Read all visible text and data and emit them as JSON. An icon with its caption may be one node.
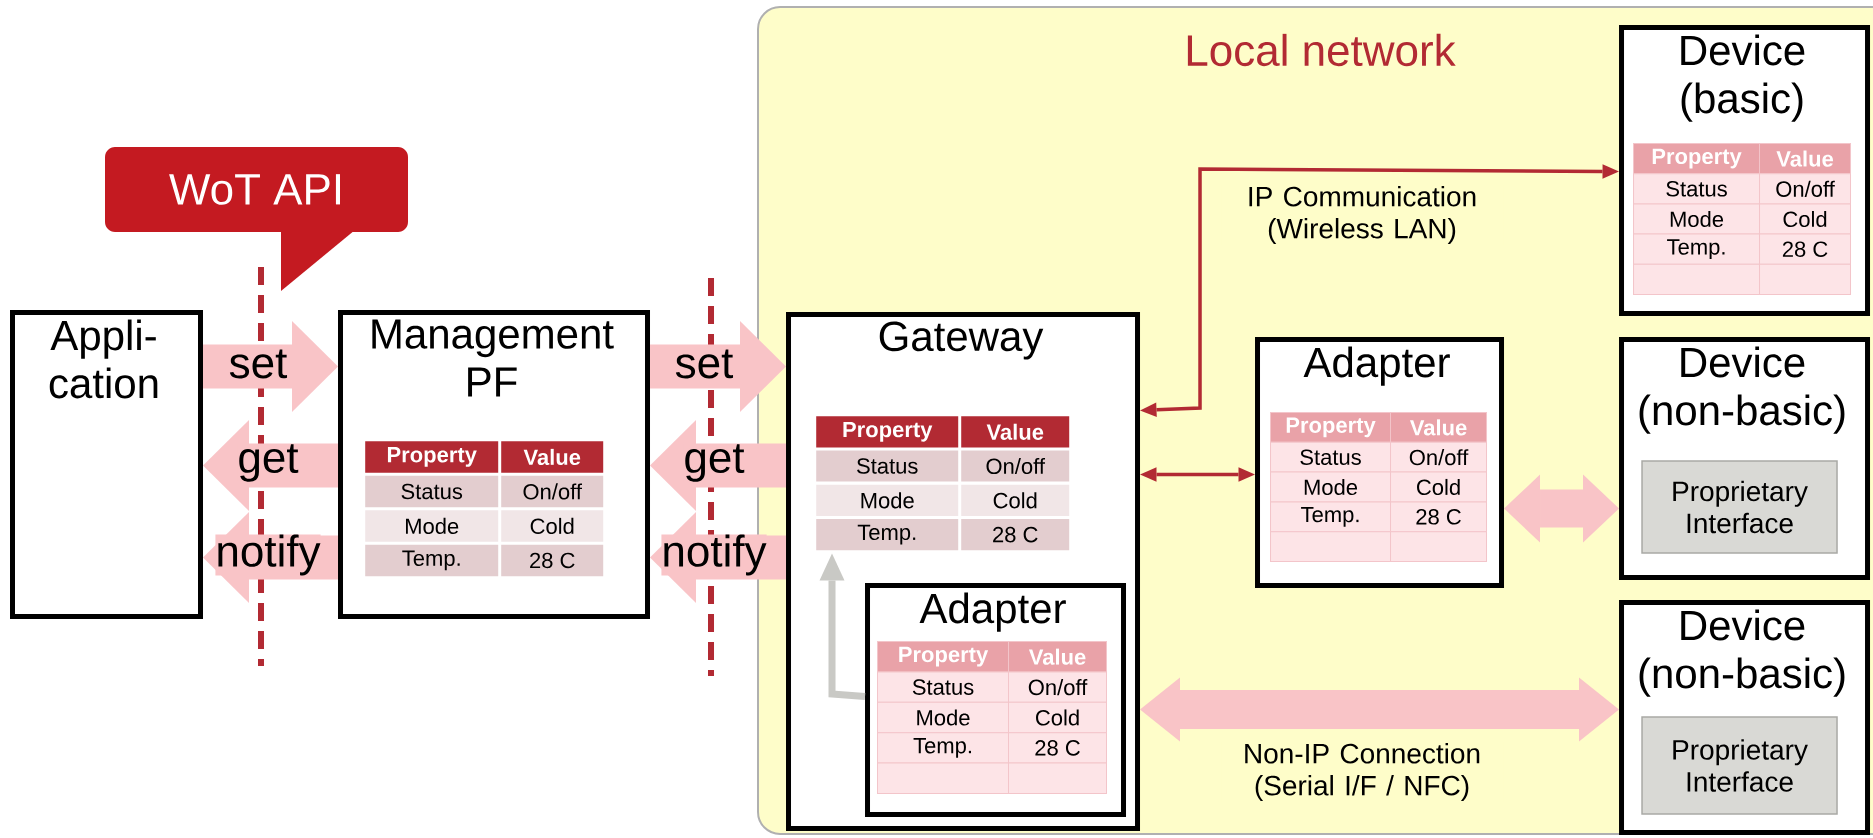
{
  "diagram": {
    "nodes": [
      {
        "text": [
          "Local network"
        ]
      },
      {
        "text": [
          "Appli- cation"
        ]
      },
      {
        "text": [
          "WoT API"
        ]
      },
      {
        "text": [
          "Management PF"
        ]
      },
      {
        "text": [
          "Property",
          "Value",
          "Status",
          "On/off",
          "Mode",
          "Cold",
          "Temp.",
          "28 C"
        ],
        "in": 3
      },
      {
        "text": [
          "Gateway"
        ],
        "in": 0
      },
      {
        "text": [
          "Property",
          "Value",
          "Status",
          "On/off",
          "Mode",
          "Cold",
          "Temp.",
          "28 C"
        ],
        "in": 5
      },
      {
        "text": [
          "Adapter"
        ],
        "in": 5
      },
      {
        "text": [
          "Property",
          "Value",
          "Status",
          "On/off",
          "Mode",
          "Cold",
          "Temp.",
          "28 C"
        ],
        "in": 7
      },
      {
        "text": [
          "Adapter"
        ],
        "in": 0
      },
      {
        "text": [
          "Property",
          "Value",
          "Status",
          "On/off",
          "Mode",
          "Cold",
          "Temp.",
          "28 C"
        ],
        "in": 9
      },
      {
        "text": [
          "Device (basic)"
        ],
        "in": 0
      },
      {
        "text": [
          "Property",
          "Value",
          "Status",
          "On/off",
          "Mode",
          "Cold",
          "Temp.",
          "28 C"
        ],
        "in": 11
      },
      {
        "text": [
          "Device (non-basic)"
        ],
        "in": 0
      },
      {
        "text": [
          "Proprietary Interface"
        ],
        "in": 13
      },
      {
        "text": [
          "Device (non-basic)"
        ],
        "in": 0
      },
      {
        "text": [
          "Proprietary Interface"
        ],
        "in": 15
      }
    ],
    "edges": [
      {
        "from": 1,
        "to": 3,
        "arrow": "to",
        "label": "set"
      },
      {
        "from": 3,
        "to": 1,
        "arrow": "to",
        "label": "get"
      },
      {
        "from": 3,
        "to": 1,
        "arrow": "to",
        "label": "notify"
      },
      {
        "from": 3,
        "to": 5,
        "arrow": "to",
        "label": "set"
      },
      {
        "from": 5,
        "to": 3,
        "arrow": "to",
        "label": "get"
      },
      {
        "from": 5,
        "to": 3,
        "arrow": "to",
        "label": "notify"
      },
      {
        "from": 5,
        "to": 11,
        "arrow": "both",
        "label": "IP Communication (Wireless LAN)",
        "color": "#b22a33"
      },
      {
        "from": 5,
        "to": 9,
        "arrow": "both",
        "color": "#b22a33"
      },
      {
        "from": 9,
        "to": 13,
        "arrow": "both"
      },
      {
        "from": 5,
        "to": 15,
        "arrow": "both",
        "label": "Non-IP Connection (Serial I/F / NFC)"
      },
      {
        "from": 7,
        "to": 6,
        "arrow": "to",
        "color": "#c9c9c5"
      }
    ]
  }
}
